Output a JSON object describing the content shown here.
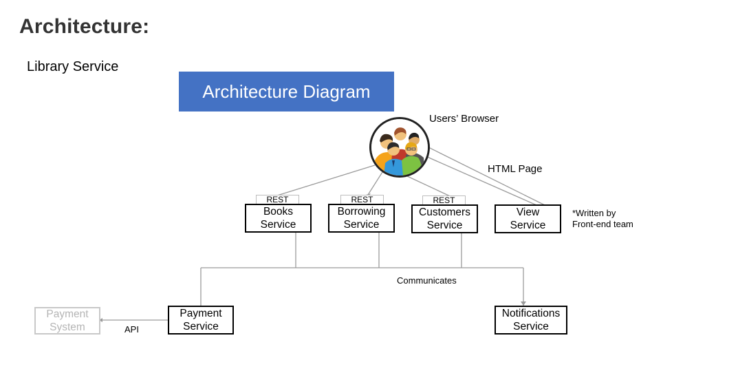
{
  "header": {
    "title": "Architecture:",
    "subtitle": "Library Service"
  },
  "diagram": {
    "banner": "Architecture Diagram",
    "users_label": "Users’ Browser",
    "html_page_label": "HTML Page",
    "rest_label": "REST",
    "services": {
      "books": "Books\nService",
      "borrowing": "Borrowing\nService",
      "customers": "Customers\nService",
      "view": "View\nService",
      "payment": "Payment\nService",
      "notifications": "Notifications\nService",
      "payment_system": "Payment\nSystem"
    },
    "note": "*Written by\nFront-end team",
    "communicates_label": "Communicates",
    "api_label": "API"
  },
  "icons": {
    "users": "people-group-icon"
  },
  "colors": {
    "banner": "#4472c4",
    "title": "#333333",
    "ghost": "#c8c8c8"
  }
}
